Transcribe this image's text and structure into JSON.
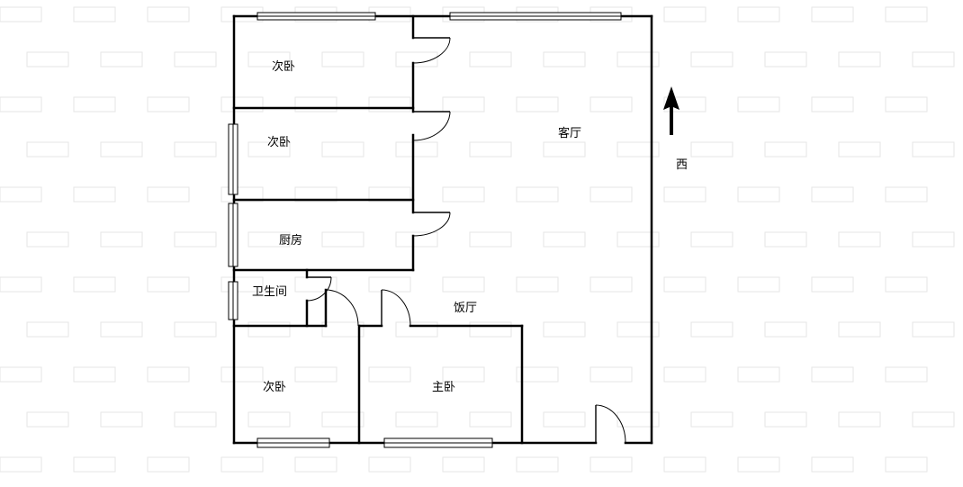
{
  "rooms": {
    "secondary_bedroom_top": "次卧",
    "secondary_bedroom_middle": "次卧",
    "kitchen": "厨房",
    "bathroom": "卫生间",
    "living_room": "客厅",
    "dining_room": "饭厅",
    "secondary_bedroom_bottom": "次卧",
    "master_bedroom": "主卧"
  },
  "compass": {
    "direction_label": "西"
  },
  "colors": {
    "wall": "#000000",
    "background": "#ffffff",
    "watermark": "#e6e6e6"
  }
}
